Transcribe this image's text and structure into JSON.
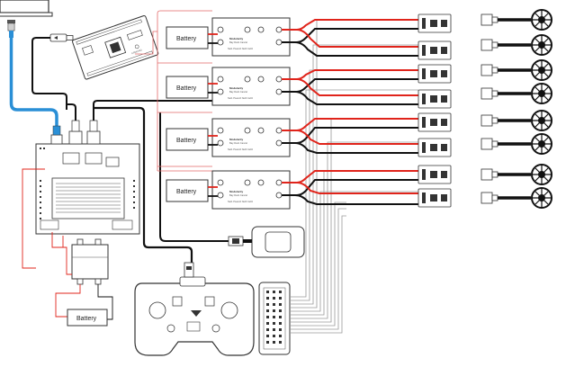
{
  "battery_labels": {
    "upper_1": "Battery",
    "upper_2": "Battery",
    "upper_3": "Battery",
    "upper_4": "Battery",
    "lower": "Battery"
  },
  "colors": {
    "power_red": "#e0241b",
    "ground_black": "#111111",
    "network_blue": "#2a8fd6",
    "signal_gray": "#9a9a9a",
    "pink_bus": "#e36a6a"
  },
  "icons": [
    "laptop-icon",
    "ethernet-plug-icon",
    "usb-plug-icon",
    "microcontroller-board-icon",
    "single-board-computer-icon",
    "power-distribution-board-icon",
    "esc-connector-icon",
    "motor-icon",
    "camera-icon",
    "game-controller-icon",
    "pin-header-connector-icon",
    "voltage-regulator-icon"
  ]
}
